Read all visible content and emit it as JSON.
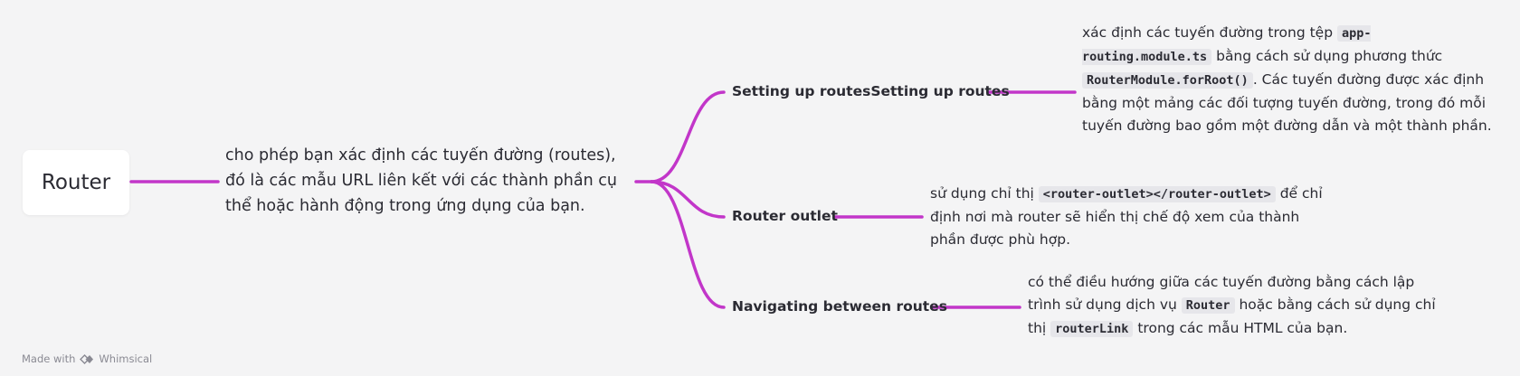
{
  "colors": {
    "connector": "#c236c9",
    "background": "#f4f4f5",
    "node_bg": "#ffffff",
    "code_bg": "#e6e6ea"
  },
  "root": {
    "label": "Router"
  },
  "root_desc": "cho phép bạn xác định các tuyến đường (routes), đó là các mẫu URL liên kết với các thành phần cụ thể hoặc hành động trong ứng dụng của bạn.",
  "branches": [
    {
      "title": "Setting up routesSetting up routes",
      "desc_parts": [
        "xác định các tuyến đường trong tệp ",
        "app-routing.module.ts",
        " bằng cách sử dụng phương thức ",
        "RouterModule.forRoot()",
        ". Các tuyến đường được xác định bằng một mảng các đối tượng tuyến đường, trong đó mỗi tuyến đường bao gồm một đường dẫn và một thành phần."
      ]
    },
    {
      "title": "Router outlet",
      "desc_parts": [
        "sử dụng chỉ thị ",
        "<router-outlet></router-outlet>",
        " để chỉ định nơi mà router sẽ hiển thị chế độ xem của thành phần được phù hợp."
      ]
    },
    {
      "title": "Navigating between routes",
      "desc_parts": [
        "có thể điều hướng giữa các tuyến đường bằng cách lập trình sử dụng dịch vụ ",
        "Router",
        " hoặc bằng cách sử dụng chỉ thị ",
        "routerLink",
        " trong các mẫu HTML của bạn."
      ]
    }
  ],
  "footer": {
    "made_with": "Made with",
    "brand": "Whimsical",
    "icon": "whimsical-logo-icon"
  }
}
